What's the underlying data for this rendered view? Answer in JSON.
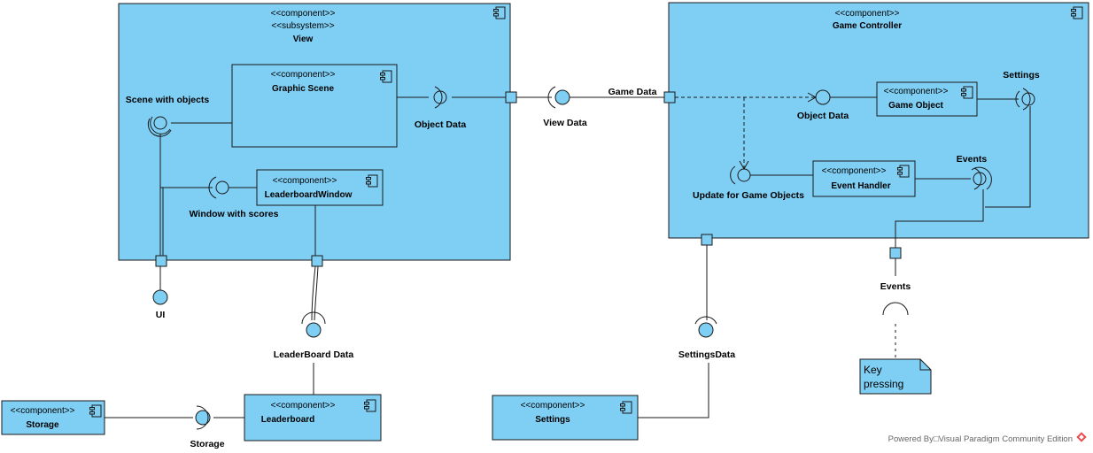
{
  "components": {
    "view": {
      "stereotype1": "<<component>>",
      "stereotype2": "<<subsystem>>",
      "name": "View"
    },
    "graphic_scene": {
      "stereotype": "<<component>>",
      "name": "Graphic Scene"
    },
    "leaderboard_window": {
      "stereotype": "<<component>>",
      "name": "LeaderboardWindow"
    },
    "game_controller": {
      "stereotype": "<<component>>",
      "name": "Game Controller"
    },
    "game_object": {
      "stereotype": "<<component>>",
      "name": "Game Object"
    },
    "event_handler": {
      "stereotype": "<<component>>",
      "name": "Event Handler"
    },
    "storage": {
      "stereotype": "<<component>>",
      "name": "Storage"
    },
    "leaderboard": {
      "stereotype": "<<component>>",
      "name": "Leaderboard"
    },
    "settings": {
      "stereotype": "<<component>>",
      "name": "Settings"
    }
  },
  "labels": {
    "scene_with_objects": "Scene with objects",
    "object_data_view": "Object Data",
    "view_data": "View Data",
    "game_data": "Game Data",
    "window_with_scores": "Window with scores",
    "ui": "UI",
    "leaderboard_data": "LeaderBoard Data",
    "storage_iface": "Storage",
    "object_data_gc": "Object Data",
    "settings_iface": "Settings",
    "update_for_game_objects": "Update for Game Objects",
    "events_gc": "Events",
    "events_ext": "Events",
    "settings_data": "SettingsData"
  },
  "note": {
    "line1": "Key",
    "line2": "pressing"
  },
  "footer": "Powered By□Visual Paradigm Community Edition",
  "colors": {
    "component_fill": "#7fcef3",
    "stroke": "#1a1a1a"
  }
}
